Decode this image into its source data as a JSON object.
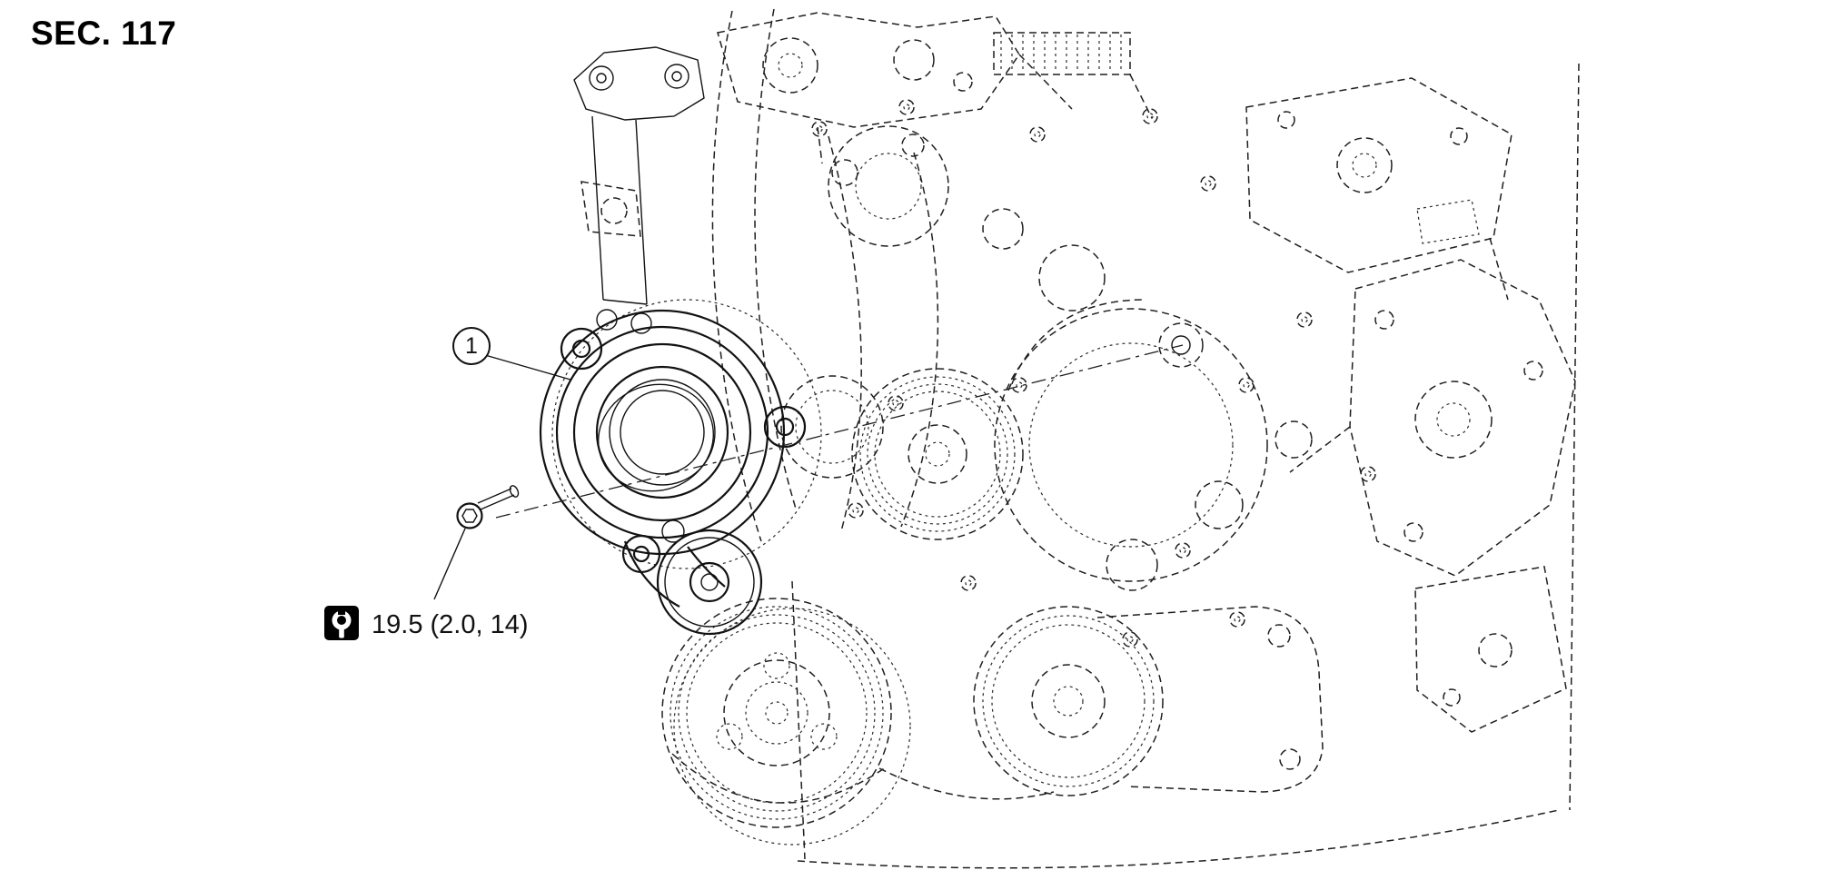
{
  "header": {
    "section_label": "SEC. 117"
  },
  "callout": {
    "label": "1"
  },
  "torque": {
    "value": "19.5 (2.0, 14)",
    "icon": "wrench-icon"
  },
  "colors": {
    "ink": "#1a1a1a",
    "background": "#ffffff"
  }
}
